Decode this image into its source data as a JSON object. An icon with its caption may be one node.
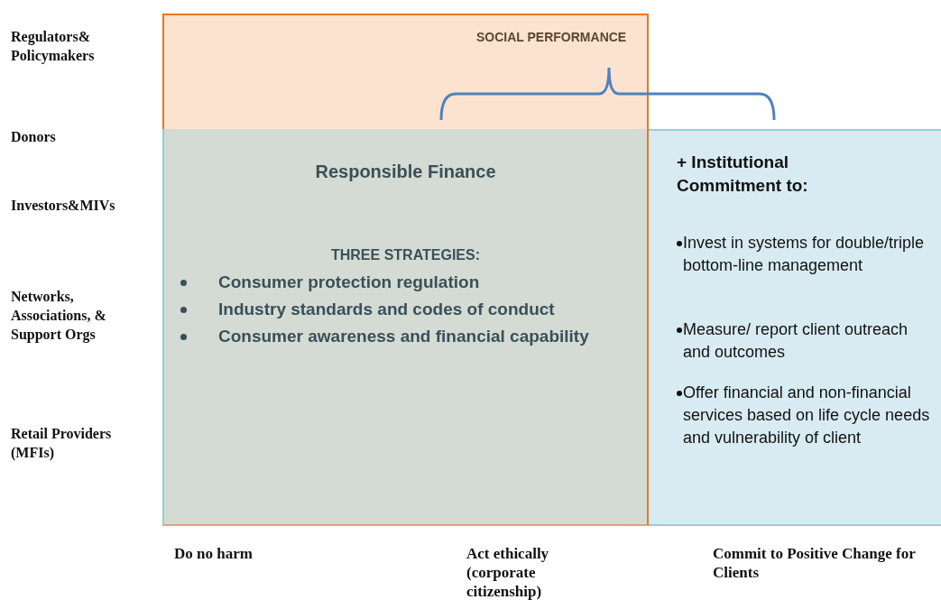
{
  "diagram": {
    "nodes": [
      {
        "text": [],
        "shape": "box"
      },
      {
        "text": [
          "+ Institutional Commitment to:",
          "Invest in systems for double/triple bottom-line management",
          "Measure/ report client outreach and outcomes",
          "Offer financial and non-financial services based on life cycle needs and vulnerability of client"
        ]
      },
      {
        "text": [
          "Responsible Finance",
          "THREE STRATEGIES:",
          "Consumer protection regulation",
          "Industry standards and codes of conduct",
          "Consumer awareness and financial capability"
        ]
      }
    ],
    "edges": [],
    "labels": [
      "SOCIAL PERFORMANCE",
      "Regulators& Policymakers",
      "Donors",
      "Investors&MIVs",
      "Networks, Associations, & Support Orgs",
      "Retail Providers (MFIs)",
      "Do no harm",
      "Act ethically (corporate citizenship)",
      "Commit to Positive Change for Clients"
    ]
  }
}
